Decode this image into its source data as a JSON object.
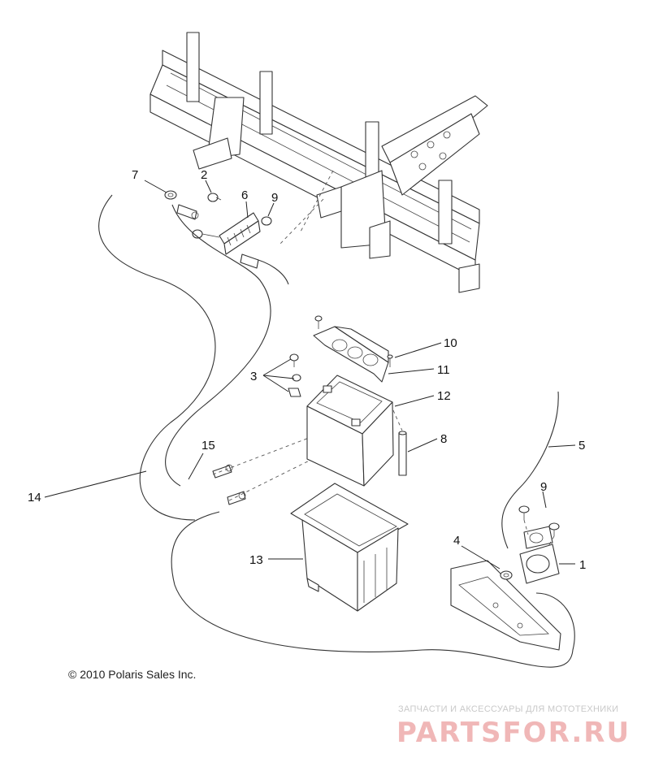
{
  "callouts": [
    {
      "id": "1",
      "text": "1"
    },
    {
      "id": "2",
      "text": "2"
    },
    {
      "id": "3",
      "text": "3"
    },
    {
      "id": "4",
      "text": "4"
    },
    {
      "id": "5",
      "text": "5"
    },
    {
      "id": "6",
      "text": "6"
    },
    {
      "id": "7",
      "text": "7"
    },
    {
      "id": "8",
      "text": "8"
    },
    {
      "id": "9a",
      "text": "9"
    },
    {
      "id": "9b",
      "text": "9"
    },
    {
      "id": "10",
      "text": "10"
    },
    {
      "id": "11",
      "text": "11"
    },
    {
      "id": "12",
      "text": "12"
    },
    {
      "id": "13",
      "text": "13"
    },
    {
      "id": "14",
      "text": "14"
    },
    {
      "id": "15",
      "text": "15"
    }
  ],
  "copyright": "© 2010 Polaris Sales Inc.",
  "watermark": {
    "tagline": "ЗАПЧАСТИ И АКСЕССУАРЫ ДЛЯ МОТОТЕХНИКИ",
    "logo": "PARTSFOR.RU"
  }
}
